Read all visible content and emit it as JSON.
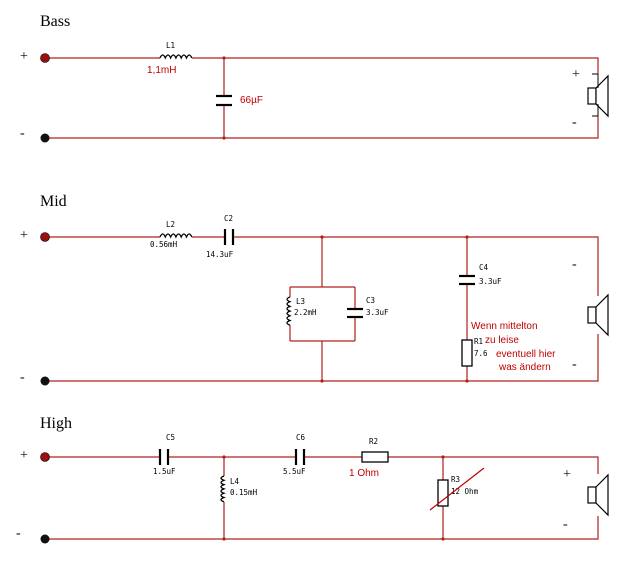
{
  "sections": {
    "bass": {
      "title": "Bass",
      "plus": "+",
      "minus": "-",
      "speaker_plus": "+",
      "speaker_minus": "-",
      "l1": {
        "name": "L1",
        "value": "1,1mH"
      },
      "c_value": "66µF"
    },
    "mid": {
      "title": "Mid",
      "plus": "+",
      "minus": "-",
      "speaker_minus_top": "-",
      "speaker_minus_bottom": "-",
      "l2": {
        "name": "L2",
        "value": "0.56mH"
      },
      "c2": {
        "name": "C2",
        "value": "14.3uF"
      },
      "l3": {
        "name": "L3",
        "value": "2.2mH"
      },
      "c3": {
        "name": "C3",
        "value": "3.3uF"
      },
      "c4": {
        "name": "C4",
        "value": "3.3uF"
      },
      "r1": {
        "name": "R1",
        "value": "7.6"
      },
      "note": [
        "Wenn mittelton",
        "zu leise",
        "eventuell hier",
        "was ändern"
      ]
    },
    "high": {
      "title": "High",
      "plus": "+",
      "minus": "-",
      "speaker_plus": "+",
      "speaker_minus": "-",
      "c5": {
        "name": "C5",
        "value": "1.5uF"
      },
      "l4": {
        "name": "L4",
        "value": "0.15mH"
      },
      "c6": {
        "name": "C6",
        "value": "5.5uF"
      },
      "r2": {
        "name": "R2",
        "value": "1 Ohm"
      },
      "r3": {
        "name": "R3",
        "value": "12 Ohm"
      }
    }
  },
  "colors": {
    "wire": "#b02020",
    "annotation": "#c00000",
    "component": "#000000"
  }
}
